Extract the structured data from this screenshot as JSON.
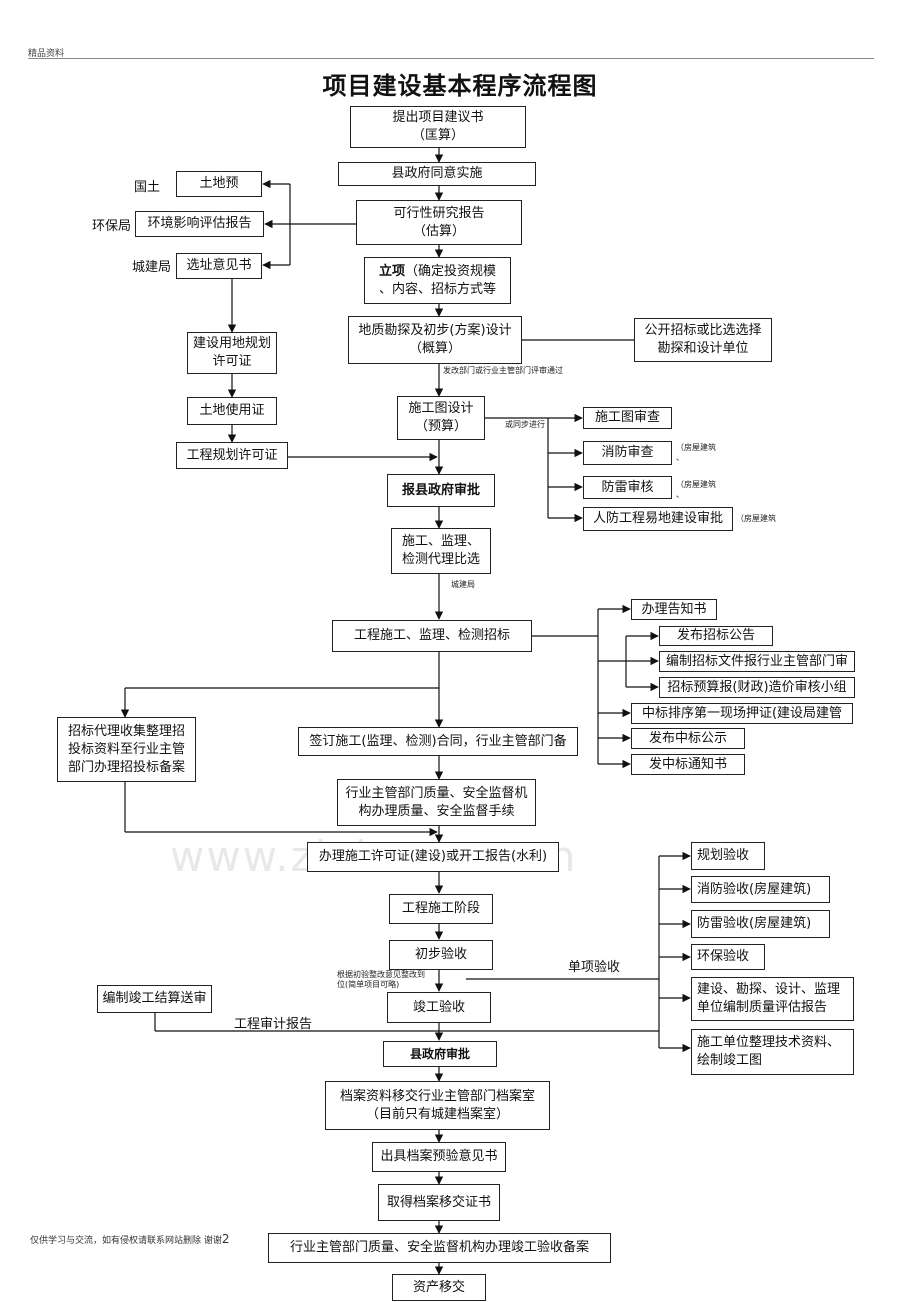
{
  "header": "精品资料",
  "title": "项目建设基本程序流程图",
  "watermark": "www.zixin.com.cn",
  "footer_text": "仅供学习与交流，如有侵权请联系网站删除 谢谢",
  "footer_page": "2",
  "labels": {
    "guotu": "国土",
    "huanbao": "环保局",
    "chengjian": "城建局",
    "chengjian2": "城建局",
    "single_accept": "单项验收",
    "audit_report": "工程审计报告"
  },
  "notes": {
    "fagai": "发改部门或行业主管部门评审通过",
    "tongbu": "或同步进行",
    "house1": "（房屋建筑\n、",
    "house2": "（房屋建筑\n、",
    "house3": "（房屋建筑",
    "rectify": "根据初验整改意见整改到\n位(简单项目可略)"
  },
  "boxes": {
    "proposal": "提出项目建议书\n（匡算）",
    "county_agree": "县政府同意实施",
    "land_pre": "土地预",
    "env_eval": "环境影响评估报告",
    "site_opinion": "选址意见书",
    "feasibility": "可行性研究报告\n（估算）",
    "lixiang_bold": "立项",
    "lixiang_rest": "（确定投资规模\n、内容、招标方式等",
    "survey_design": "地质勘探及初步(方案)设计\n（概算）",
    "public_bid": "公开招标或比选选择\n勘探和设计单位",
    "land_plan_permit": "建设用地规划\n许可证",
    "land_use_cert": "土地使用证",
    "proj_plan_permit": "工程规划许可证",
    "construction_drawing": "施工图设计\n（预算）",
    "drawing_review": "施工图审查",
    "fire_review": "消防审查",
    "lightning_review": "防雷审核",
    "civil_defense": "人防工程易地建设审批",
    "county_approve1": "报县政府审批",
    "select_agent": "施工、监理、\n检测代理比选",
    "bidding": "工程施工、监理、检测招标",
    "notice": "办理告知书",
    "bid_announce": "发布招标公告",
    "bid_docs": "编制招标文件报行业主管部门审",
    "bid_budget": "招标预算报(财政)造价审核小组",
    "winner_deposit": "中标排序第一现场押证(建设局建管",
    "winner_public": "发布中标公示",
    "winner_notice": "发中标通知书",
    "agent_collect": "招标代理收集整理招\n投标资料至行业主管\n部门办理招投标备案",
    "sign_contract": "签订施工(监理、检测)合同，行业主管部门备",
    "quality_safety": "行业主管部门质量、安全监督机\n构办理质量、安全监督手续",
    "construction_permit": "办理施工许可证(建设)或开工报告(水利)",
    "construction_stage": "工程施工阶段",
    "prelim_accept": "初步验收",
    "completion_accept": "竣工验收",
    "settlement": "编制竣工结算送审",
    "county_approve2": "县政府审批",
    "plan_accept": "规划验收",
    "fire_accept": "消防验收(房屋建筑)",
    "lightning_accept": "防雷验收(房屋建筑)",
    "env_accept": "环保验收",
    "units_report": "建设、勘探、设计、监理\n单位编制质量评估报告",
    "tech_docs": "施工单位整理技术资料、\n绘制竣工图",
    "archive_transfer": "档案资料移交行业主管部门档案室\n（目前只有城建档案室）",
    "archive_opinion": "出具档案预验意见书",
    "archive_cert": "取得档案移交证书",
    "completion_record": "行业主管部门质量、安全监督机构办理竣工验收备案",
    "asset_transfer": "资产移交"
  }
}
